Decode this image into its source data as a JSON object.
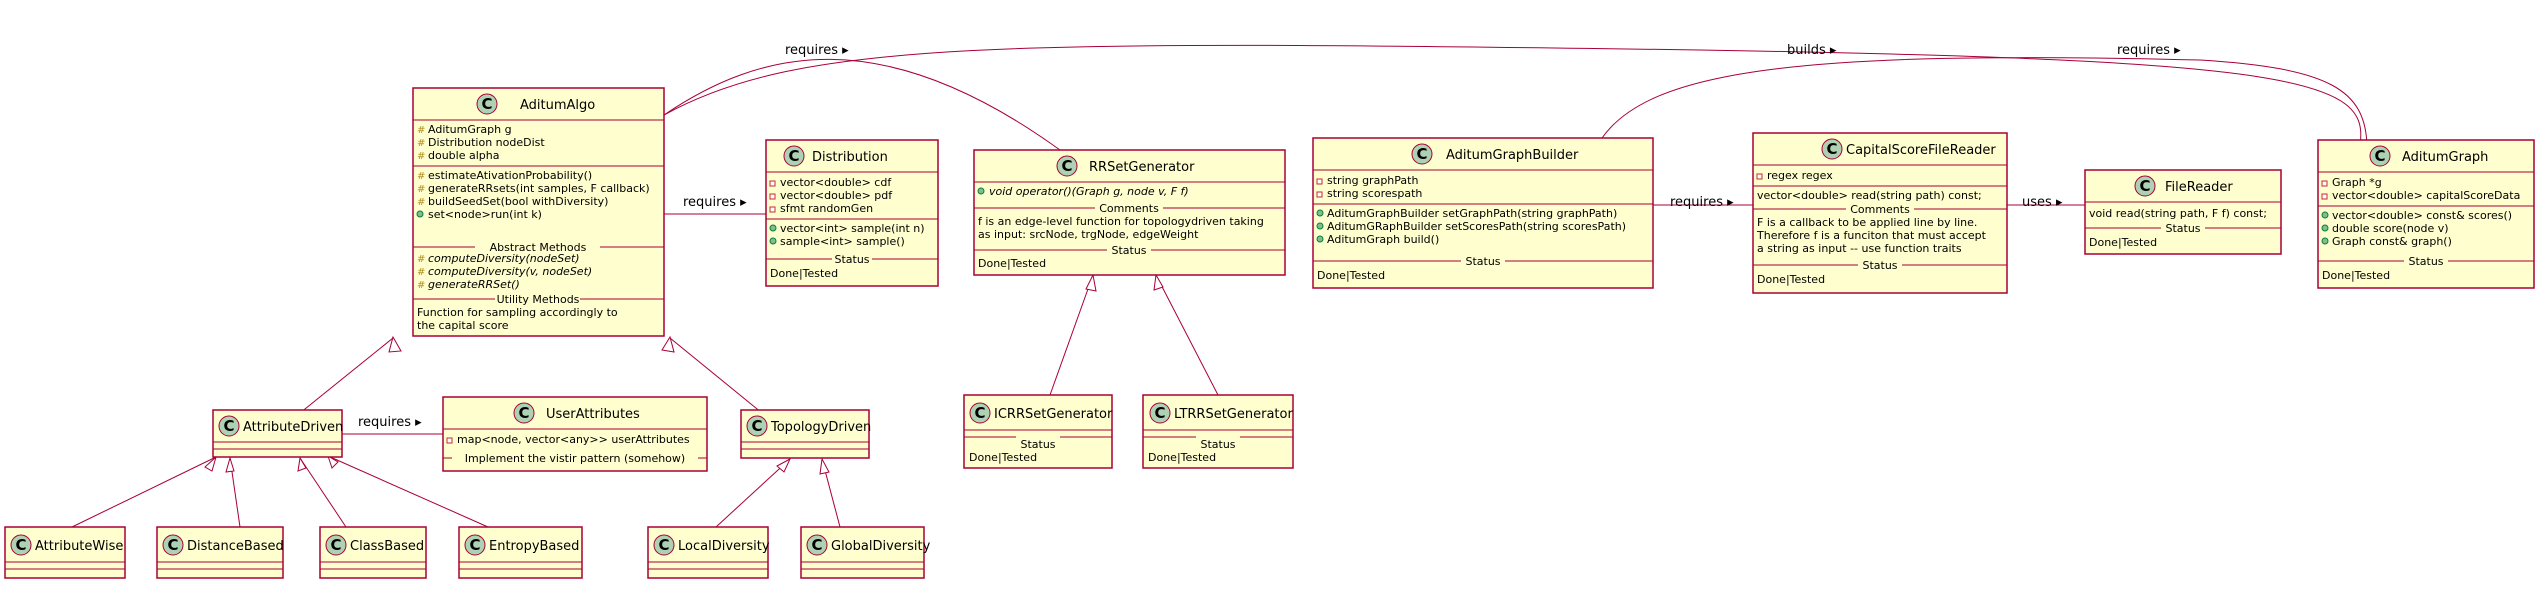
{
  "classes": {
    "aditum_algo": {
      "name": "AditumAlgo",
      "fields": [
        "AditumGraph g",
        "Distribution nodeDist",
        "double alpha"
      ],
      "methods": [
        "estimateAtivationProbability()",
        "generateRRsets(int samples, F callback)",
        "buildSeedSet(bool withDiversity)",
        "set<node>run(int k)"
      ],
      "abstract_title": "Abstract Methods",
      "abstract_methods": [
        "computeDiversity(nodeSet)",
        "computeDiversity(v, nodeSet)",
        "generateRRSet()"
      ],
      "utility_title": "Utility Methods",
      "utility_text": [
        "Function for sampling accordingly to",
        "the capital score"
      ]
    },
    "distribution": {
      "name": "Distribution",
      "fields": [
        "vector<double> cdf",
        "vector<double> pdf",
        "sfmt randomGen"
      ],
      "methods": [
        "vector<int> sample(int n)",
        "sample<int> sample()"
      ],
      "status_title": "Status",
      "status": "Done|Tested"
    },
    "rrset_generator": {
      "name": "RRSetGenerator",
      "methods": [
        "void operator()(Graph g, node v, F f)"
      ],
      "comments_title": "Comments",
      "comments": [
        "f is an edge-level function for topologydriven taking",
        "as input: srcNode, trgNode, edgeWeight"
      ],
      "status_title": "Status",
      "status": "Done|Tested"
    },
    "icrr": {
      "name": "ICRRSetGenerator",
      "status_title": "Status",
      "status": "Done|Tested"
    },
    "ltrr": {
      "name": "LTRRSetGenerator",
      "status_title": "Status",
      "status": "Done|Tested"
    },
    "graph_builder": {
      "name": "AditumGraphBuilder",
      "fields": [
        "string graphPath",
        "string scorespath"
      ],
      "methods": [
        "AditumGraphBuilder setGraphPath(string graphPath)",
        "AditumGRaphBuilder setScoresPath(string scoresPath)",
        "AditumGraph build()"
      ],
      "status_title": "Status",
      "status": "Done|Tested"
    },
    "capital_reader": {
      "name": "CapitalScoreFileReader",
      "fields": [
        "regex regex"
      ],
      "plain": [
        "vector<double> read(string path) const;"
      ],
      "comments_title": "Comments",
      "comments": [
        "F is a callback to be applied line by line.",
        "Therefore f is a funciton that must accept",
        "a string as input  -- use function traits"
      ],
      "status_title": "Status",
      "status": "Done|Tested"
    },
    "file_reader": {
      "name": "FileReader",
      "plain": [
        "void read(string path, F f) const;"
      ],
      "status_title": "Status",
      "status": "Done|Tested"
    },
    "aditum_graph": {
      "name": "AditumGraph",
      "fields": [
        "Graph *g",
        "vector<double> capitalScoreData"
      ],
      "methods": [
        "vector<double> const& scores()",
        "double score(node v)",
        "Graph const& graph()"
      ],
      "status_title": "Status",
      "status": "Done|Tested"
    },
    "attribute_driven": {
      "name": "AttributeDriven"
    },
    "user_attributes": {
      "name": "UserAttributes",
      "fields": [
        "map<node, vector<any>> userAttributes"
      ],
      "note": "Implement the vistir pattern (somehow)"
    },
    "topology_driven": {
      "name": "TopologyDriven"
    },
    "attribute_wise": {
      "name": "AttributeWise"
    },
    "distance_based": {
      "name": "DistanceBased"
    },
    "class_based": {
      "name": "ClassBased"
    },
    "entropy_based": {
      "name": "EntropyBased"
    },
    "local_diversity": {
      "name": "LocalDiversity"
    },
    "global_diversity": {
      "name": "GlobalDiversity"
    }
  },
  "relations": {
    "requires": "requires",
    "builds": "builds",
    "uses": "uses",
    "arrow": "▸"
  },
  "icon_letter": "C",
  "colors": {
    "class_fill": "#fefece",
    "border": "#a80036",
    "circle": "#add1b2"
  }
}
